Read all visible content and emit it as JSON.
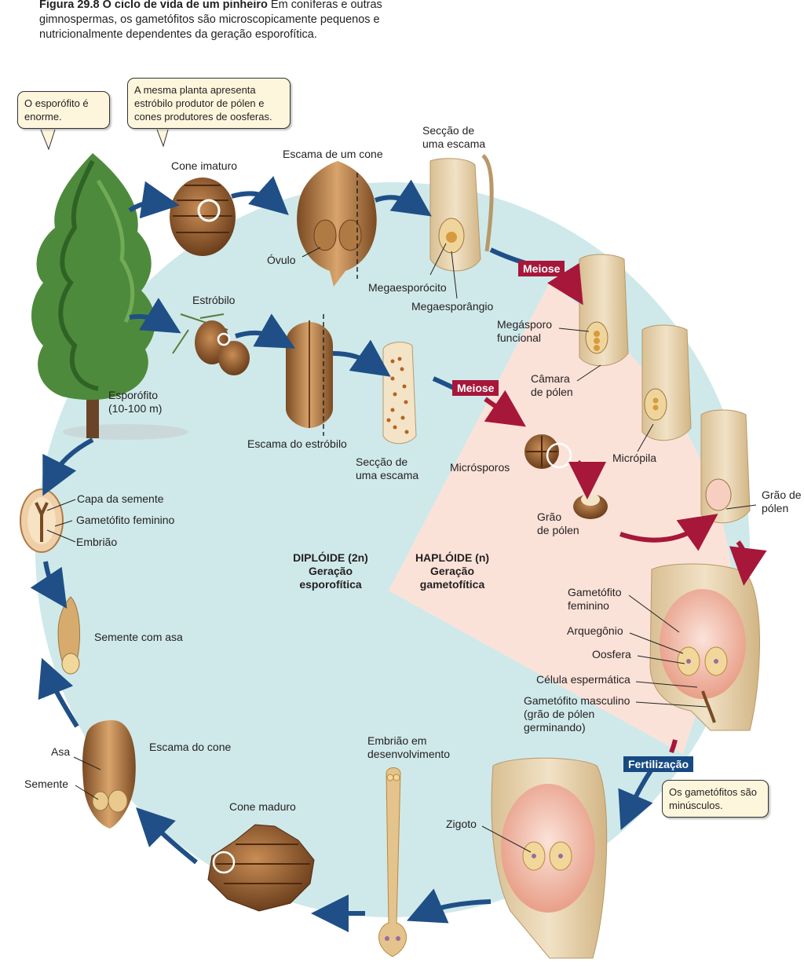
{
  "caption": {
    "figure": "Figura 29.8  O ciclo de vida de um pinheiro",
    "text": "Em coníferas e outras gimnospermas, os gametófitos são microscopicamente pequenos e nutricionalmente dependentes da geração esporofítica."
  },
  "bubbles": {
    "sporophyte": [
      "O esporófito é",
      "enorme."
    ],
    "strobilus": [
      "A mesma planta apresenta",
      "estróbilo produtor de pólen e",
      "cones produtores de oosferas."
    ],
    "gametophytes": [
      "Os gametófitos são",
      "minúsculos."
    ]
  },
  "labels": {
    "immature_cone": "Cone imaturo",
    "cone_scale": "Escama de um cone",
    "scale_section_top": [
      "Secção de",
      "uma escama"
    ],
    "ovule": "Óvulo",
    "megasporocyte": "Megaesporócito",
    "megasporangium": "Megaesporângio",
    "strobilus": "Estróbilo",
    "sporophyte": [
      "Esporófito",
      "(10-100 m)"
    ],
    "strobilus_scale": "Escama do estróbilo",
    "scale_section_bottom": [
      "Secção de",
      "uma escama"
    ],
    "functional_megaspore": [
      "Megásporo",
      "funcional"
    ],
    "pollen_chamber": [
      "Câmara",
      "de pólen"
    ],
    "micropyle": "Micrópila",
    "microspores": "Micrósporos",
    "pollen_grain_center": [
      "Grão",
      "de pólen"
    ],
    "pollen_grain_right": [
      "Grão de",
      "pólen"
    ],
    "seed_coat": "Capa da semente",
    "female_gametophyte_seed": "Gametófito feminino",
    "embryo": "Embrião",
    "winged_seed": "Semente com asa",
    "female_gametophyte": [
      "Gametófito",
      "feminino"
    ],
    "archegonium": "Arquegônio",
    "egg": "Oosfera",
    "sperm_cell": "Célula espermática",
    "male_gametophyte": [
      "Gametófito masculino",
      "(grão de pólen",
      "germinando)"
    ],
    "wing": "Asa",
    "seed": "Semente",
    "cone_scale_bottom": "Escama do cone",
    "mature_cone": "Cone maduro",
    "developing_embryo": [
      "Embrião em",
      "desenvolvimento"
    ],
    "zygote": "Zigoto"
  },
  "phases": {
    "diploid": [
      "DIPLÓIDE (2n)",
      "Geração",
      "esporofítica"
    ],
    "haploid": [
      "HAPLÓIDE (n)",
      "Geração",
      "gametofítica"
    ]
  },
  "tags": {
    "meiosis_1": "Meiose",
    "meiosis_2": "Meiose",
    "fertilization": "Fertilização"
  },
  "colors": {
    "diploid_bg": "#cfe9ea",
    "haploid_bg": "#fbe2d8",
    "arrow_blue": "#1f4f86",
    "arrow_red": "#a6173a",
    "bubble_bg": "#fdf6dc",
    "tissue": "#ecd9bb",
    "cone_brown": "#8a5a30"
  }
}
